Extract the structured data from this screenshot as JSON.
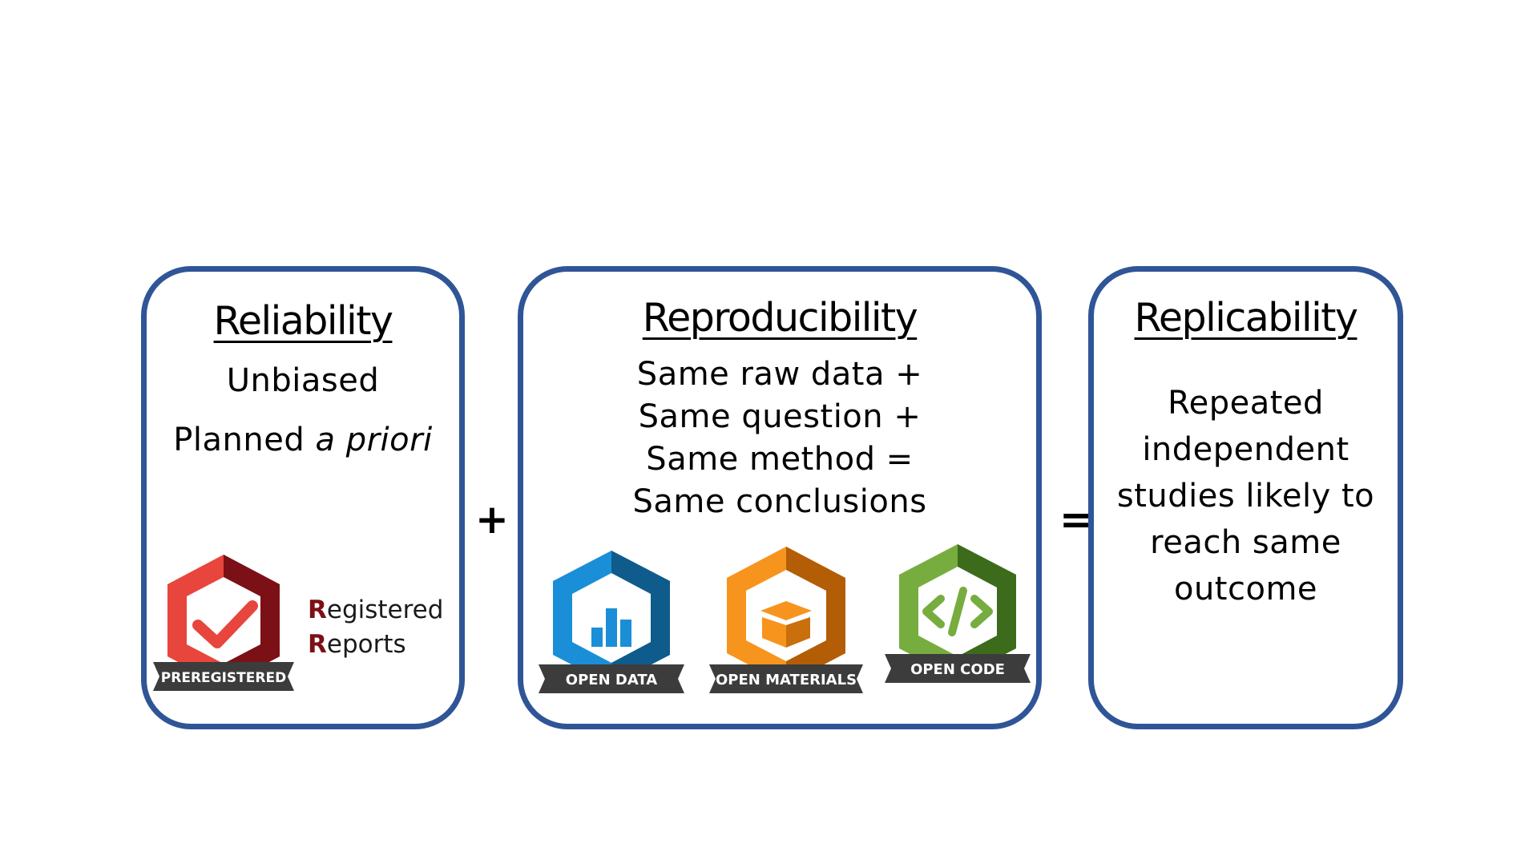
{
  "reliability": {
    "title": "Reliability",
    "line1": "Unbiased",
    "line2_prefix": "Planned ",
    "line2_italic": "a priori",
    "badge_label": "PREREGISTERED",
    "rr_line1_initial": "R",
    "rr_line1_rest": "egistered",
    "rr_line2_initial": "R",
    "rr_line2_rest": "eports"
  },
  "plus_operator": "+",
  "reproducibility": {
    "title": "Reproducibility",
    "lines": [
      "Same raw data +",
      "Same question +",
      "Same method =",
      "Same conclusions"
    ],
    "badges": [
      "OPEN DATA",
      "OPEN MATERIALS",
      "OPEN CODE"
    ]
  },
  "equals_operator": "=",
  "replicability": {
    "title": "Replicability",
    "lines": [
      "Repeated",
      "independent",
      "studies likely to",
      "reach same",
      "outcome"
    ]
  },
  "colors": {
    "box_border": "#2f5597",
    "preregistered_red": "#e8453c",
    "preregistered_dark": "#7b1116",
    "open_data_blue": "#1b8ed8",
    "open_materials_orange": "#f7941d",
    "open_code_green": "#77ad3f",
    "ribbon": "#3c3c3c"
  }
}
